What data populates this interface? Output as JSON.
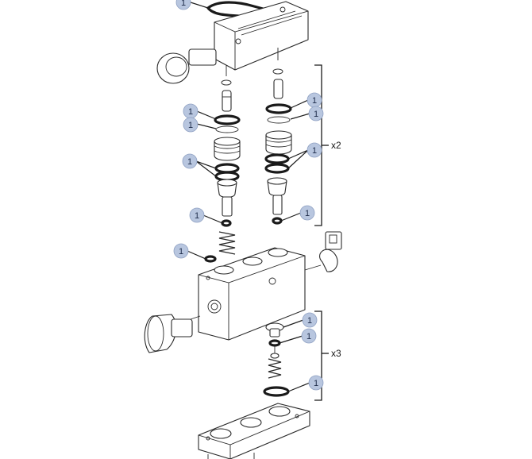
{
  "callout_label": "1",
  "multipliers": {
    "upper_group": "x2",
    "lower_group": "x3"
  }
}
